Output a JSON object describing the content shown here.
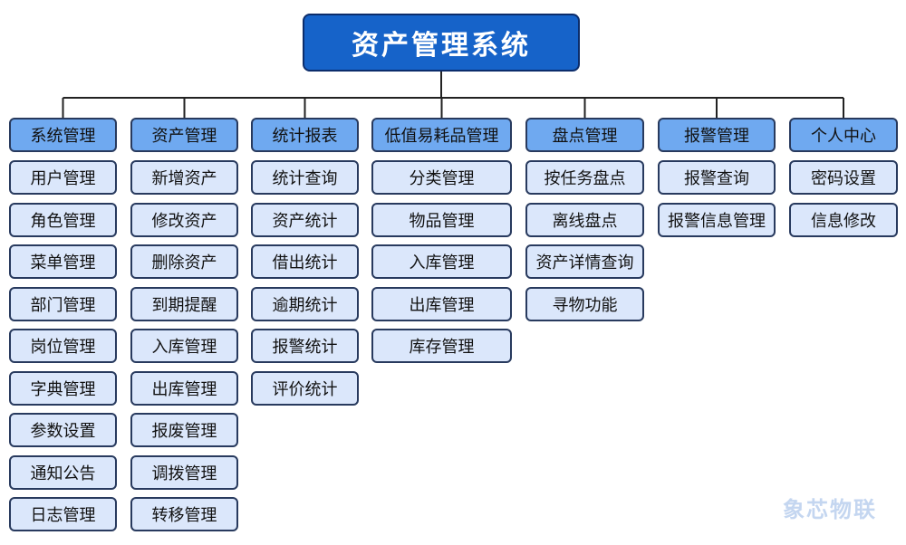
{
  "root": {
    "title": "资产管理系统"
  },
  "categories": [
    {
      "label": "系统管理",
      "items": [
        "用户管理",
        "角色管理",
        "菜单管理",
        "部门管理",
        "岗位管理",
        "字典管理",
        "参数设置",
        "通知公告",
        "日志管理"
      ]
    },
    {
      "label": "资产管理",
      "items": [
        "新增资产",
        "修改资产",
        "删除资产",
        "到期提醒",
        "入库管理",
        "出库管理",
        "报废管理",
        "调拨管理",
        "转移管理"
      ]
    },
    {
      "label": "统计报表",
      "items": [
        "统计查询",
        "资产统计",
        "借出统计",
        "逾期统计",
        "报警统计",
        "评价统计"
      ]
    },
    {
      "label": "低值易耗品管理",
      "items": [
        "分类管理",
        "物品管理",
        "入库管理",
        "出库管理",
        "库存管理"
      ]
    },
    {
      "label": "盘点管理",
      "items": [
        "按任务盘点",
        "离线盘点",
        "资产详情查询",
        "寻物功能"
      ]
    },
    {
      "label": "报警管理",
      "items": [
        "报警查询",
        "报警信息管理"
      ]
    },
    {
      "label": "个人中心",
      "items": [
        "密码设置",
        "信息修改"
      ]
    }
  ],
  "watermark": {
    "text": "象芯物联"
  },
  "colors": {
    "root_fill": "#1663c9",
    "category_fill": "#6fa9f0",
    "item_fill": "#dbe7fb",
    "border": "#283a5e",
    "connector": "#222222"
  }
}
